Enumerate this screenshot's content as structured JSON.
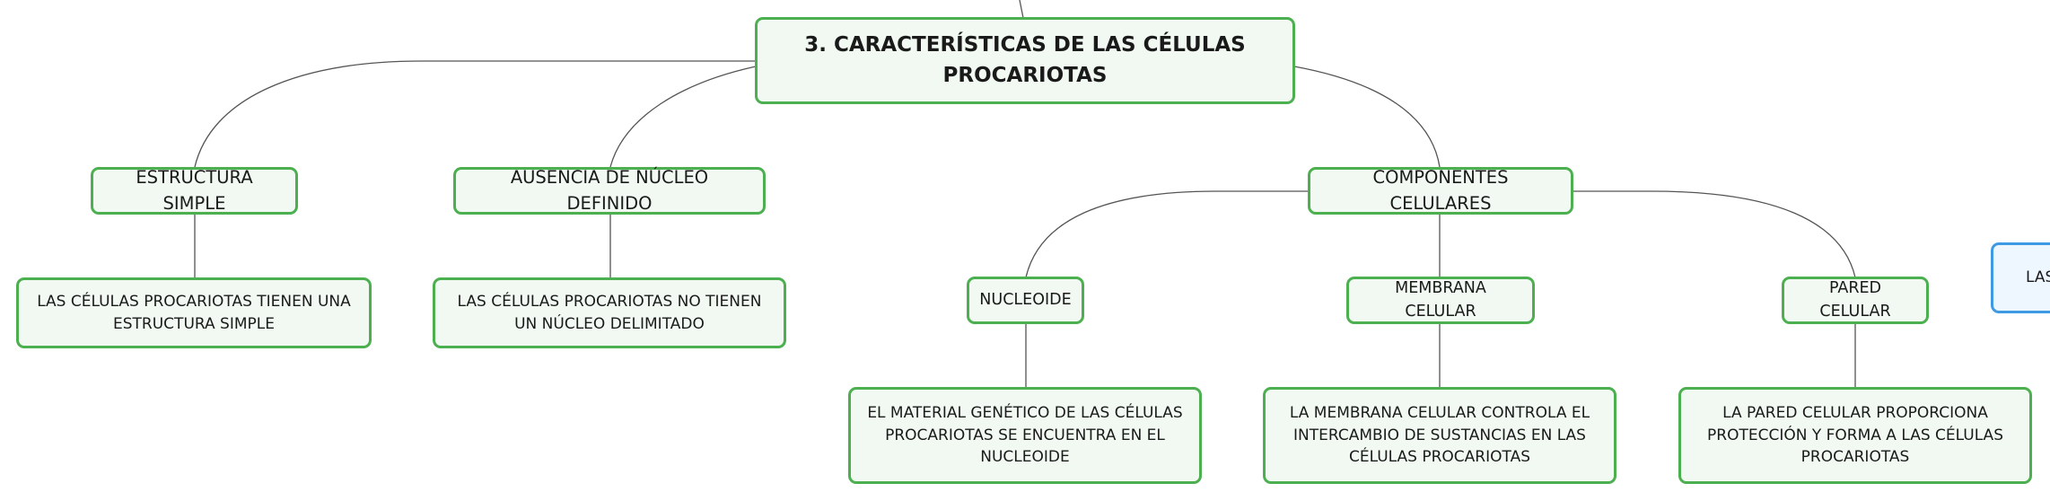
{
  "colors": {
    "accent_green": "#4caf50",
    "node_fill": "#f1f9f2",
    "link": "#555555",
    "accent_blue": "#3f9ae6"
  },
  "root": {
    "title": "3. CARACTERÍSTICAS DE LAS CÉLULAS PROCARIOTAS"
  },
  "branches": {
    "estructura": {
      "label": "ESTRUCTURA SIMPLE",
      "detail": "LAS CÉLULAS PROCARIOTAS TIENEN UNA ESTRUCTURA SIMPLE"
    },
    "nucleo": {
      "label": "AUSENCIA DE NÚCLEO DEFINIDO",
      "detail": "LAS CÉLULAS PROCARIOTAS NO TIENEN UN NÚCLEO DELIMITADO"
    },
    "componentes": {
      "label": "COMPONENTES CELULARES",
      "nucleoide": {
        "label": "NUCLEOIDE",
        "detail": "EL MATERIAL GENÉTICO DE LAS CÉLULAS PROCARIOTAS SE ENCUENTRA EN EL NUCLEOIDE"
      },
      "membrana": {
        "label": "MEMBRANA CELULAR",
        "detail": "LA MEMBRANA CELULAR CONTROLA EL INTERCAMBIO DE SUSTANCIAS EN LAS CÉLULAS PROCARIOTAS"
      },
      "pared": {
        "label": "PARED CELULAR",
        "detail": "LA PARED CELULAR PROPORCIONA PROTECCIÓN Y FORMA A LAS CÉLULAS PROCARIOTAS"
      }
    }
  },
  "offscreen_node": {
    "label": "LAS"
  }
}
